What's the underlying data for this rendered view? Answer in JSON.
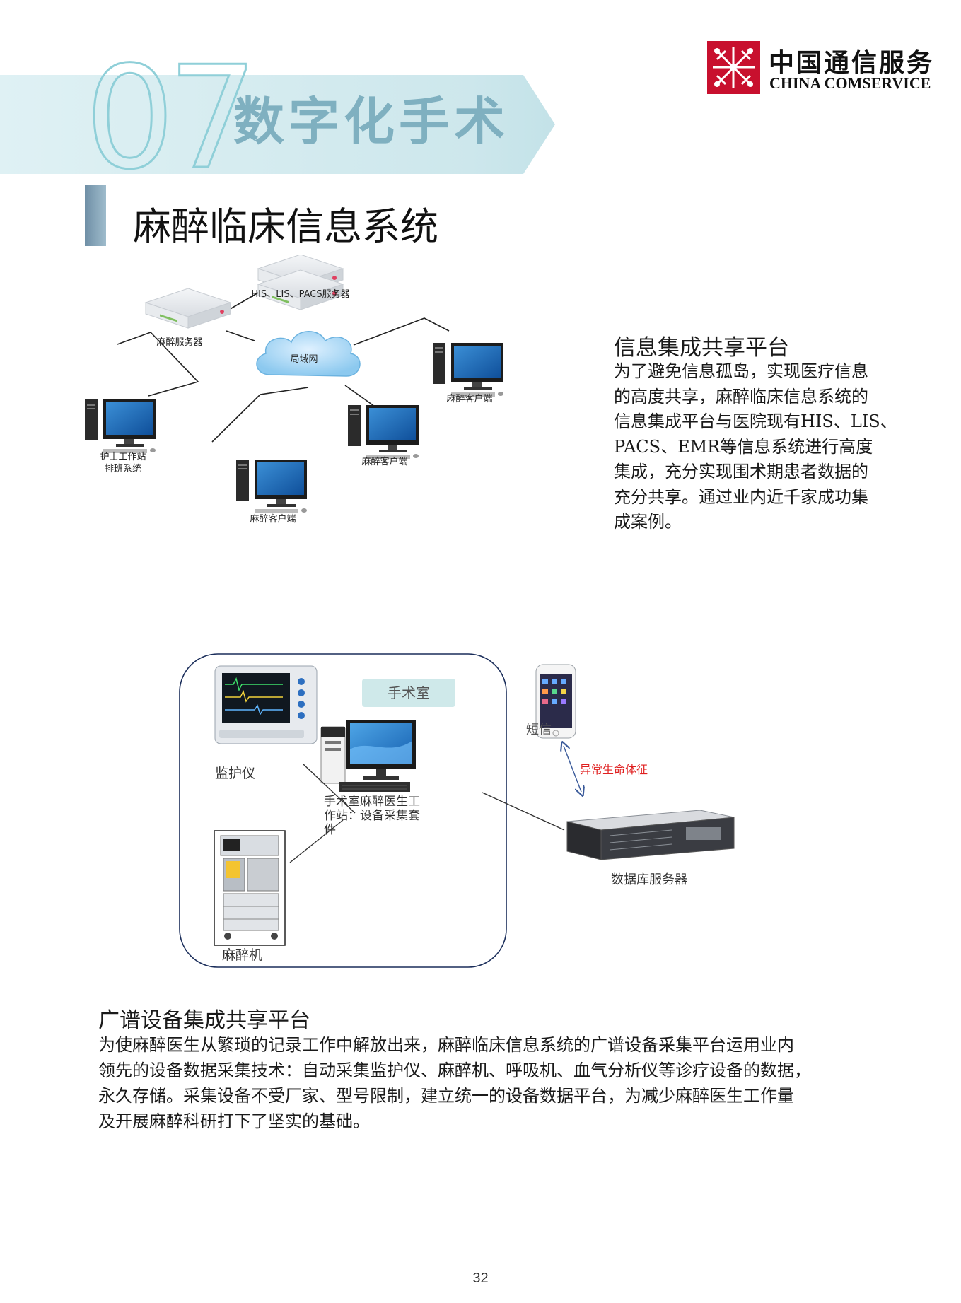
{
  "header": {
    "chapter_number": "07",
    "chapter_title": "数字化手术",
    "logo_cn": "中国通信服务",
    "logo_en": "CHINA COMSERVICE",
    "brand_color": "#c8102e"
  },
  "section_title": "麻醉临床信息系统",
  "network_diagram": {
    "labels": {
      "his_server": "HIS、LIS、PACS服务器",
      "anesthesia_server": "麻醉服务器",
      "lan": "局域网",
      "client_right": "麻醉客户端",
      "client_center": "麻醉客户端",
      "client_bottom": "麻醉客户端",
      "nurse_station": "护士工作站",
      "scheduling": "排班系统"
    }
  },
  "info_platform": {
    "heading": "信息集成共享平台",
    "body": "为了避免信息孤岛，实现医疗信息\n的高度共享，麻醉临床信息系统的\n信息集成平台与医院现有HIS、LIS、\nPACS、EMR等信息系统进行高度\n集成，充分实现围术期患者数据的\n充分共享。通过业内近千家成功集\n成案例。"
  },
  "or_diagram": {
    "labels": {
      "room": "手术室",
      "monitor": "监护仪",
      "anesthesia_machine": "麻醉机",
      "workstation": "手术室麻醉医生工作站：设备采集套件",
      "workstation_lines": [
        "手术室麻醉医生工",
        "作站：设备采集套",
        "件"
      ],
      "phone": "短信",
      "alert": "异常生命体征",
      "db_server": "数据库服务器"
    },
    "alert_color": "#e02020"
  },
  "device_platform": {
    "heading": "广谱设备集成共享平台",
    "body": "为使麻醉医生从繁琐的记录工作中解放出来，麻醉临床信息系统的广谱设备采集平台运用业内\n领先的设备数据采集技术：自动采集监护仪、麻醉机、呼吸机、血气分析仪等诊疗设备的数据，\n永久存储。采集设备不受厂家、型号限制，建立统一的设备数据平台，为减少麻醉医生工作量\n及开展麻醉科研打下了坚实的基础。"
  },
  "page_number": "32"
}
